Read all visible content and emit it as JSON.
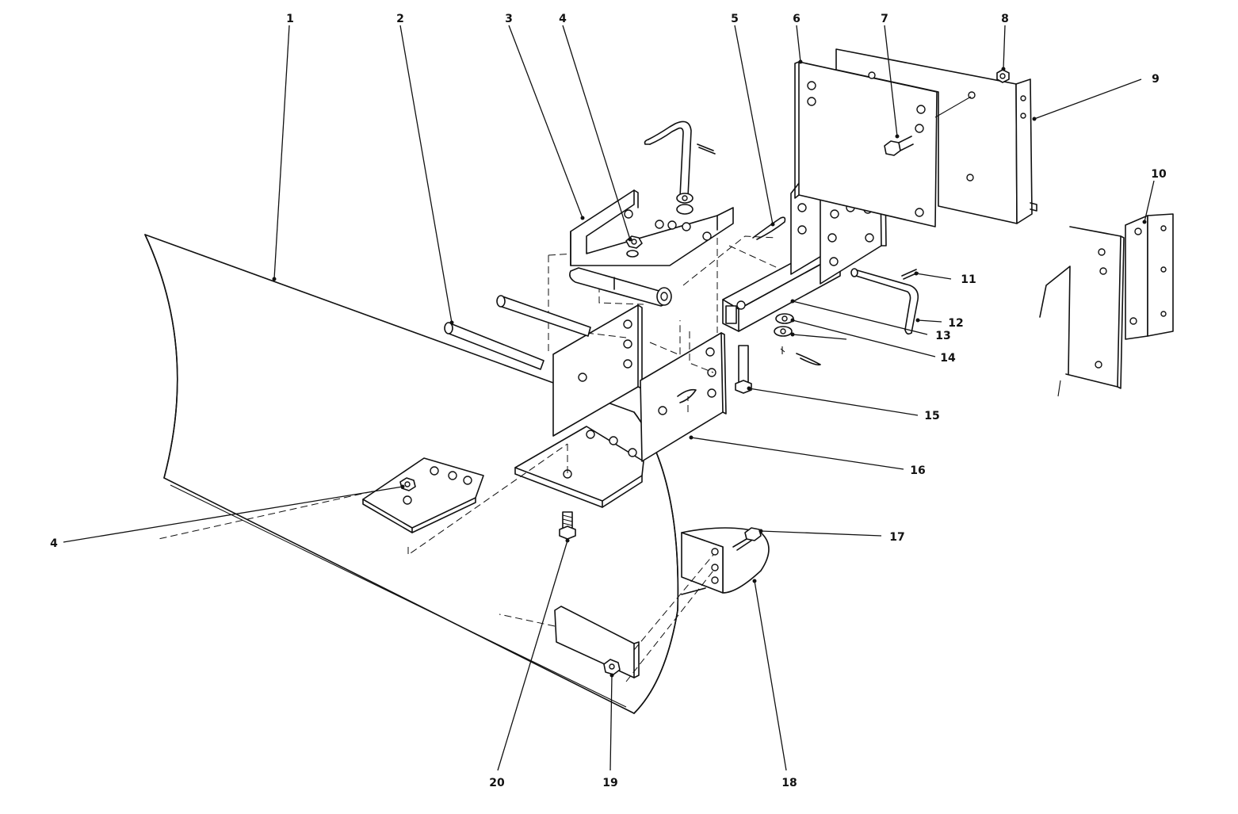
{
  "diagram": {
    "callouts": [
      {
        "id": "c1",
        "label": "1"
      },
      {
        "id": "c2",
        "label": "2"
      },
      {
        "id": "c3",
        "label": "3"
      },
      {
        "id": "c4a",
        "label": "4"
      },
      {
        "id": "c4b",
        "label": "4"
      },
      {
        "id": "c5",
        "label": "5"
      },
      {
        "id": "c6",
        "label": "6"
      },
      {
        "id": "c7",
        "label": "7"
      },
      {
        "id": "c8",
        "label": "8"
      },
      {
        "id": "c9",
        "label": "9"
      },
      {
        "id": "c10",
        "label": "10"
      },
      {
        "id": "c11",
        "label": "11"
      },
      {
        "id": "c12",
        "label": "12"
      },
      {
        "id": "c13",
        "label": "13"
      },
      {
        "id": "c14",
        "label": "14"
      },
      {
        "id": "c15",
        "label": "15"
      },
      {
        "id": "c16",
        "label": "16"
      },
      {
        "id": "c17",
        "label": "17"
      },
      {
        "id": "c18",
        "label": "18"
      },
      {
        "id": "c19",
        "label": "19"
      },
      {
        "id": "c20",
        "label": "20"
      }
    ]
  }
}
